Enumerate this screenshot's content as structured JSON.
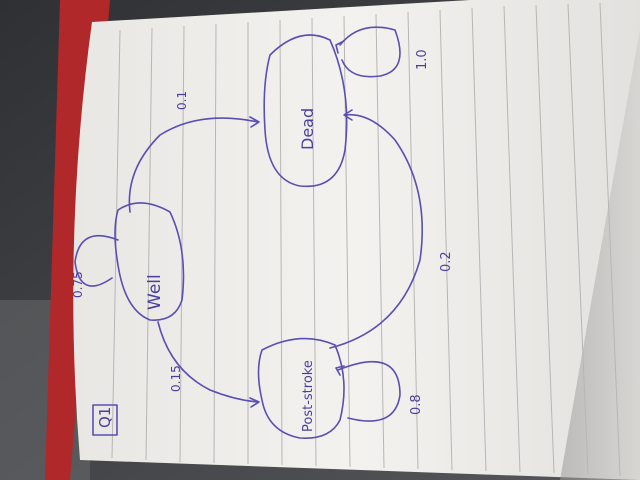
{
  "photo": {
    "question_label": "Q1",
    "states": {
      "well": "Well",
      "post_stroke": "Post-stroke",
      "dead": "Dead"
    },
    "probabilities": {
      "well_to_well": "0.75",
      "well_to_post_stroke": "0.15",
      "well_to_dead": "0.1",
      "post_stroke_to_post_stroke": "0.8",
      "post_stroke_to_dead": "0.2",
      "dead_to_dead": "1.0"
    }
  },
  "colors": {
    "ink": "#5a4fb3",
    "paper": "#f3f1ee",
    "background": "#3b3d40",
    "notebook_cover": "#b0282a"
  }
}
